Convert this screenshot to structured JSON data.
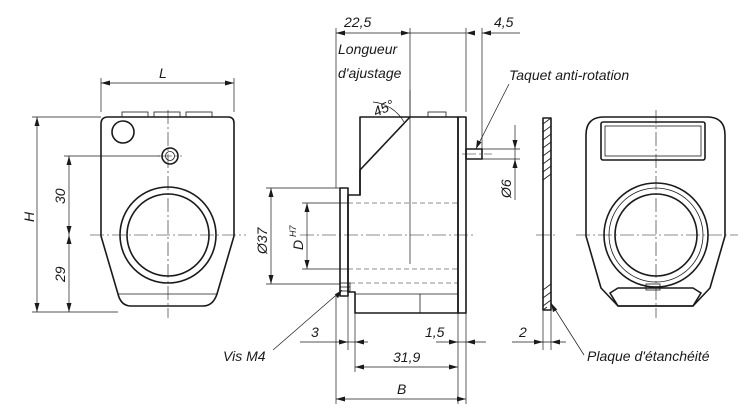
{
  "labels": {
    "width_L": "L",
    "height_H": "H",
    "dim_30": "30",
    "dim_29": "29",
    "dim_22_5": "22,5",
    "dim_4_5": "4,5",
    "adjust_length_1": "Longueur",
    "adjust_length_2": "d'ajustage",
    "anti_rotation_pin": "Taquet anti-rotation",
    "angle_45": "45°",
    "dia_6": "Ø6",
    "dia_37": "Ø37",
    "bore_D": "D",
    "bore_tol": "H7",
    "dim_3": "3",
    "dim_1_5": "1,5",
    "dim_31_9": "31,9",
    "dim_B": "B",
    "dim_2": "2",
    "screw_m4": "Vis M4",
    "seal_plate": "Plaque d'étanchéité"
  }
}
